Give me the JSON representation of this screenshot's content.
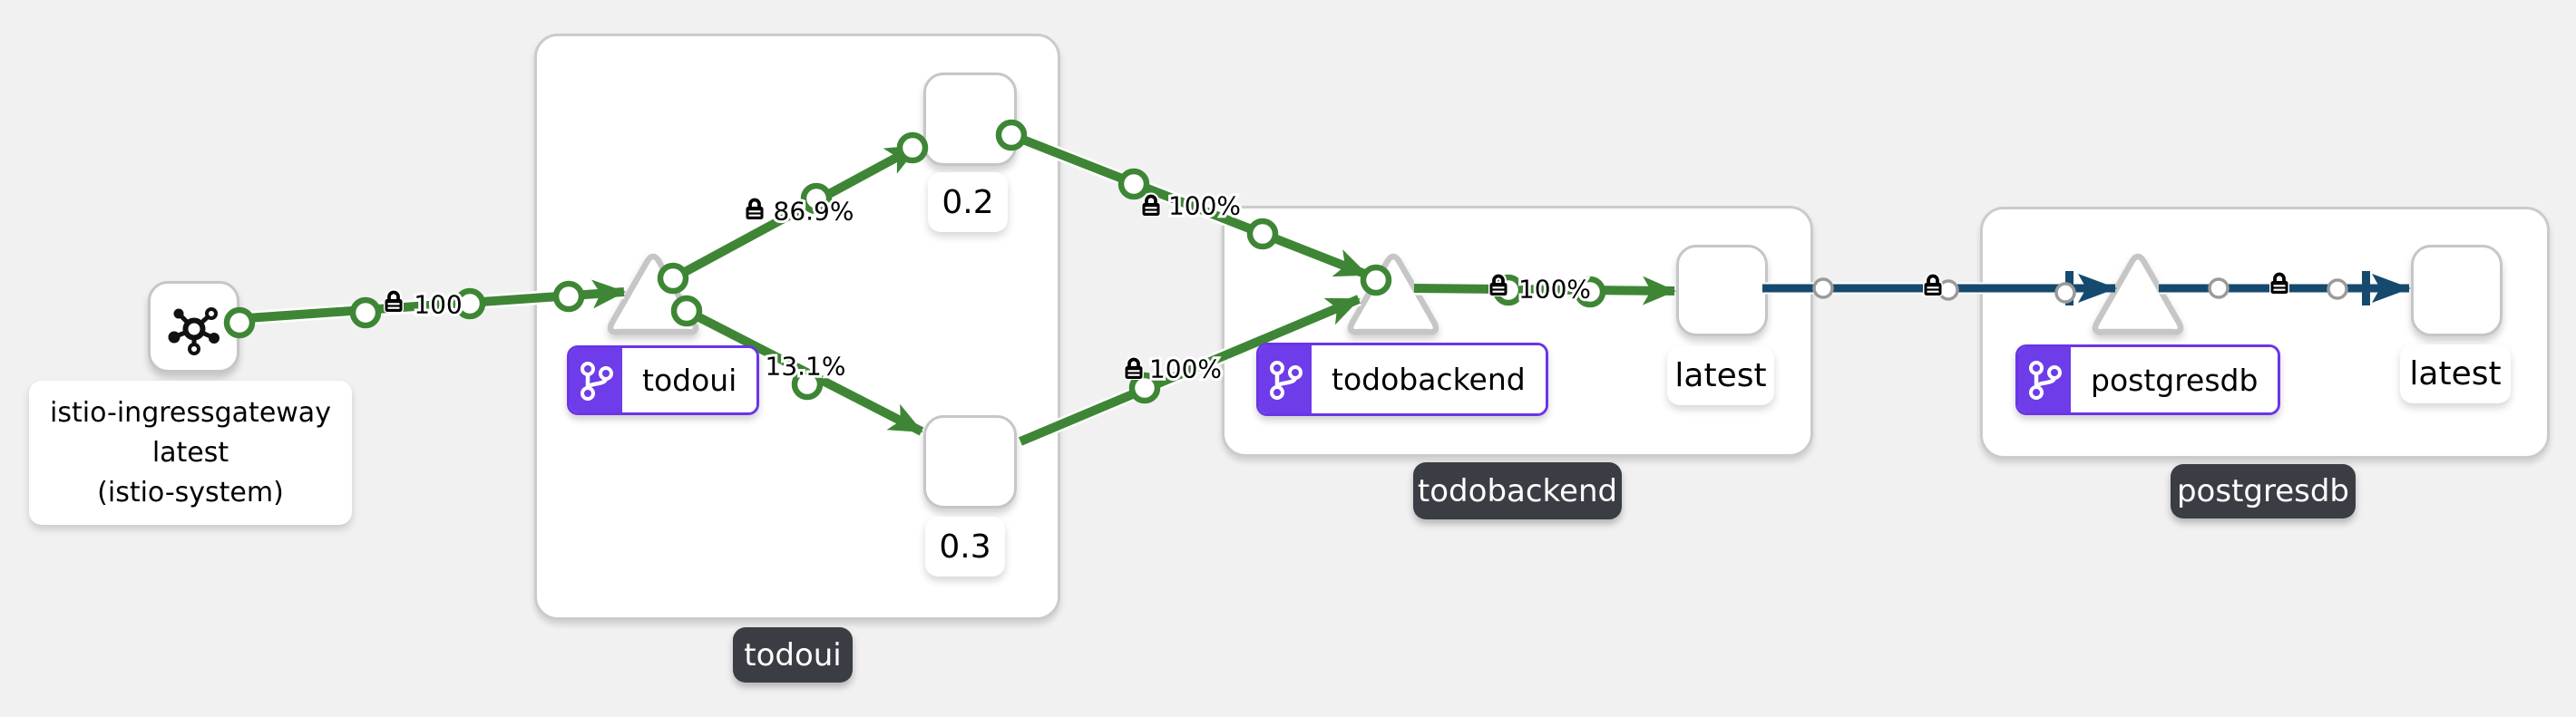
{
  "graph": {
    "gateway_node": {
      "line1": "istio-ingressgateway",
      "line2": "latest",
      "line3": "(istio-system)"
    },
    "groups": {
      "todoui": {
        "badge": "todoui",
        "app_pill": "todoui",
        "version_nodes": [
          "0.2",
          "0.3"
        ]
      },
      "todobackend": {
        "badge": "todobackend",
        "app_pill": "todobackend",
        "version_nodes": [
          "latest"
        ]
      },
      "postgresdb": {
        "badge": "postgresdb",
        "app_pill": "postgresdb",
        "version_nodes": [
          "latest"
        ]
      }
    },
    "node_labels": {
      "v02": "0.2",
      "v03": "0.3",
      "tb_latest": "latest",
      "pg_latest": "latest"
    },
    "pills": {
      "todoui": "todoui",
      "todobackend": "todobackend",
      "postgresdb": "postgresdb"
    },
    "badges": {
      "todoui": "todoui",
      "todobackend": "todobackend",
      "postgresdb": "postgresdb"
    },
    "edge_labels": {
      "gw_to_todoui": "100",
      "todoui_to_v02": "86.9%",
      "todoui_to_v03": "13.1%",
      "v02_to_todobackend": "100%",
      "v03_to_todobackend": "100%",
      "todobackend_to_latest": "100%"
    },
    "edges": [
      {
        "source": "istio-ingressgateway",
        "target": "todoui service",
        "label": "100",
        "secure_lock": true
      },
      {
        "source": "todoui service",
        "target": "todoui 0.2",
        "label": "86.9%",
        "secure_lock": true
      },
      {
        "source": "todoui service",
        "target": "todoui 0.3",
        "label": "13.1%",
        "secure_lock": true
      },
      {
        "source": "todoui 0.2",
        "target": "todobackend service",
        "label": "100%",
        "secure_lock": true
      },
      {
        "source": "todoui 0.3",
        "target": "todobackend service",
        "label": "100%",
        "secure_lock": true
      },
      {
        "source": "todobackend service",
        "target": "todobackend latest",
        "label": "100%",
        "secure_lock": true
      },
      {
        "source": "todobackend latest",
        "target": "postgresdb service",
        "label": "",
        "secure_lock": true
      },
      {
        "source": "postgresdb service",
        "target": "postgresdb latest",
        "label": "",
        "secure_lock": true
      }
    ],
    "colors": {
      "edge_http": "#3E8635",
      "edge_tcp": "#154a6e",
      "pill_purple": "#6e3ce8",
      "badge_dark": "#3a3e44",
      "canvas_bg": "#f1f1f2"
    }
  }
}
